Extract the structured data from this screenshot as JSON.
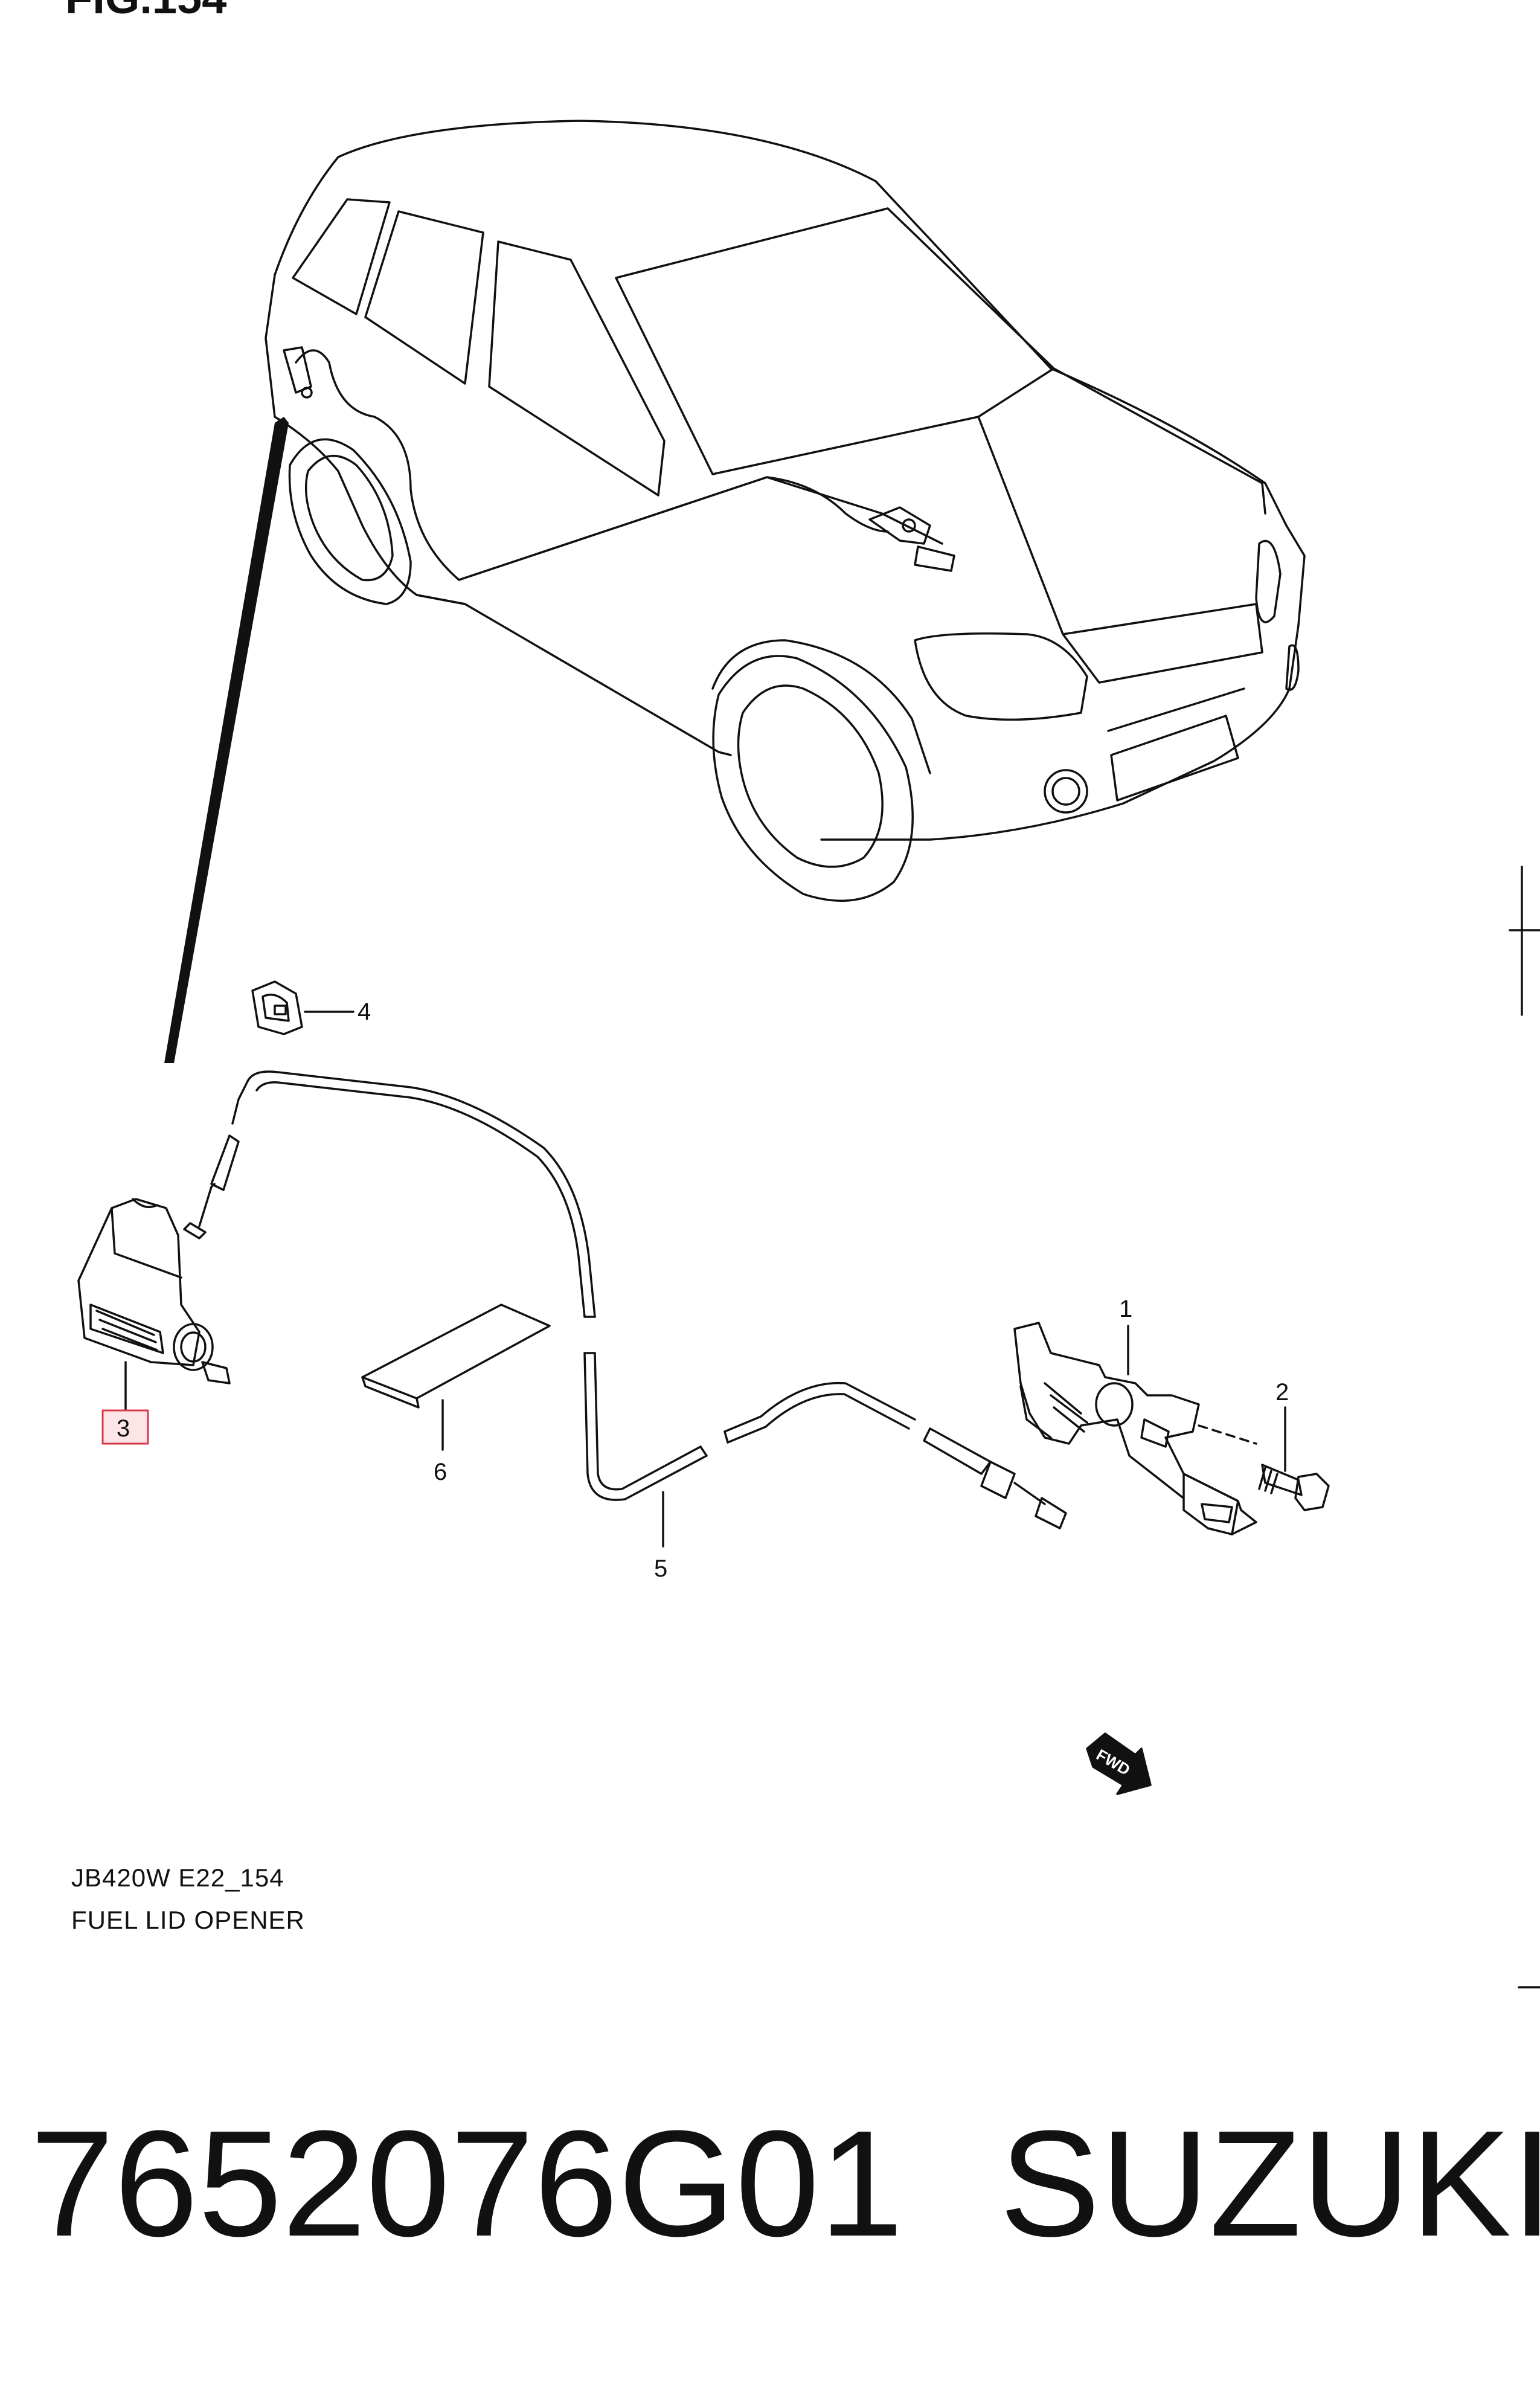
{
  "figure": {
    "title": "FIG.154",
    "model_code": "JB420W E22_154",
    "group_name": "FUEL LID OPENER"
  },
  "callouts": {
    "c1": "1",
    "c2": "2",
    "c3": "3",
    "c4": "4",
    "c5": "5",
    "c6": "6",
    "fwd": "FWD"
  },
  "highlighted_callout": "3",
  "colors": {
    "highlight_fill": "#fde4e6",
    "highlight_stroke": "#d9394a",
    "line": "#111111"
  },
  "footer": {
    "part_number": "7652076G01",
    "brand": "SUZUKI"
  }
}
